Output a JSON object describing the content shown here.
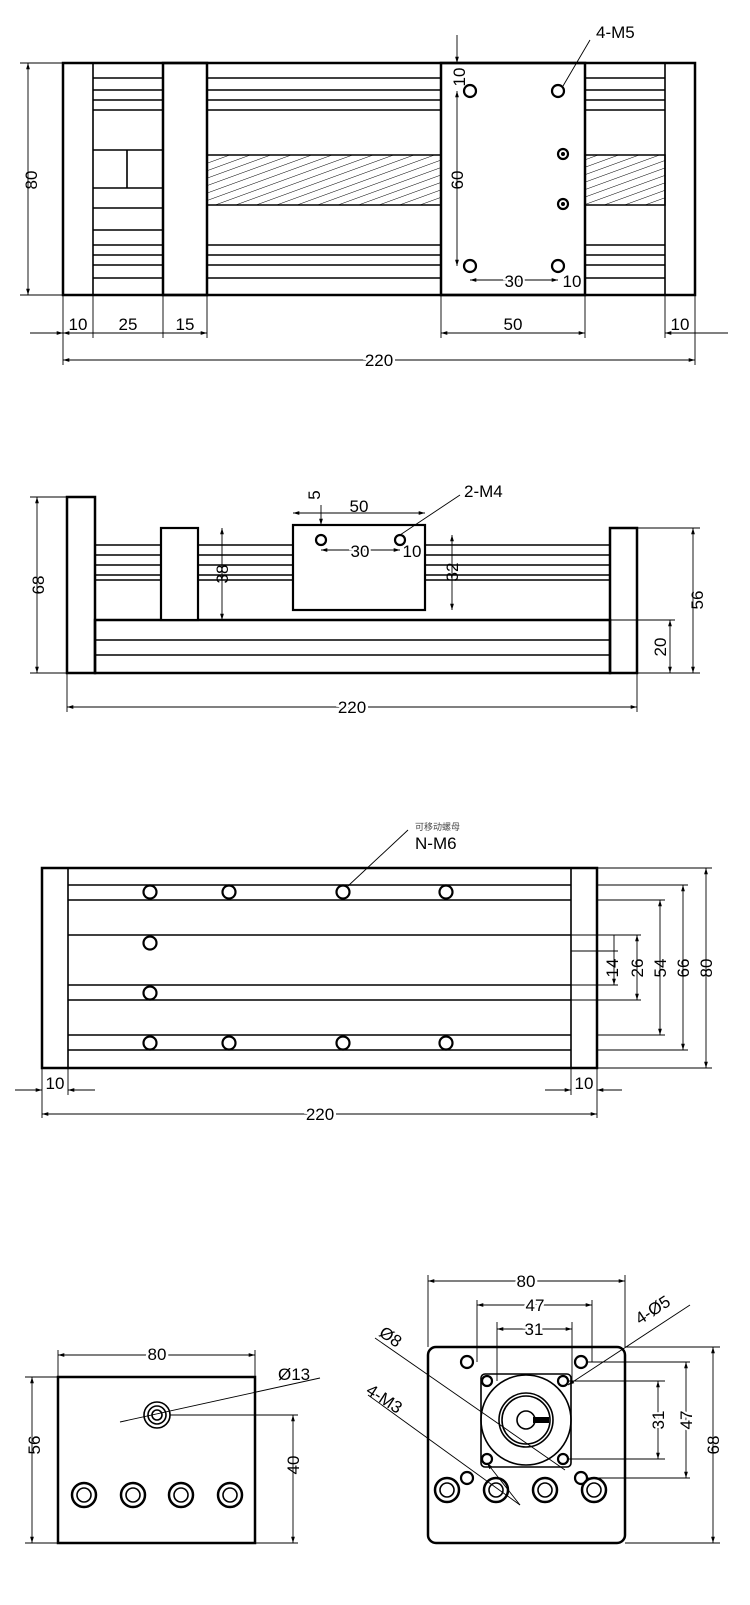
{
  "top_view": {
    "dims": {
      "height": "80",
      "top_offset": "10",
      "hole_span_v": "60",
      "hole_span_h": "30",
      "hole_edge": "10",
      "end": "10",
      "bearing": "25",
      "gap": "15",
      "carriage": "50",
      "end_right": "10",
      "total": "220"
    },
    "callout": "4-M5"
  },
  "side_view": {
    "dims": {
      "height": "68",
      "offset": "5",
      "carriage": "50",
      "hole_span": "30",
      "hole_edge": "10",
      "rail_a": "38",
      "rail_b": "32",
      "end_height": "56",
      "base": "20",
      "total": "220"
    },
    "callout": "2-M4"
  },
  "bottom_view": {
    "callout_note": "可移动螺母",
    "callout": "N-M6",
    "dims": {
      "d14": "14",
      "d26": "26",
      "d54": "54",
      "d66": "66",
      "d80": "80",
      "end_left": "10",
      "end_right": "10",
      "total": "220"
    }
  },
  "end_view_left": {
    "dims": {
      "width": "80",
      "height": "56",
      "center": "40"
    },
    "callout": "Ø13"
  },
  "end_view_motor": {
    "dims": {
      "width": "80",
      "span47": "47",
      "span31": "31",
      "v31": "31",
      "v47": "47",
      "height": "68"
    },
    "callouts": {
      "shaft": "Ø8",
      "holes": "4-Ø5",
      "screws": "4-M3"
    }
  }
}
